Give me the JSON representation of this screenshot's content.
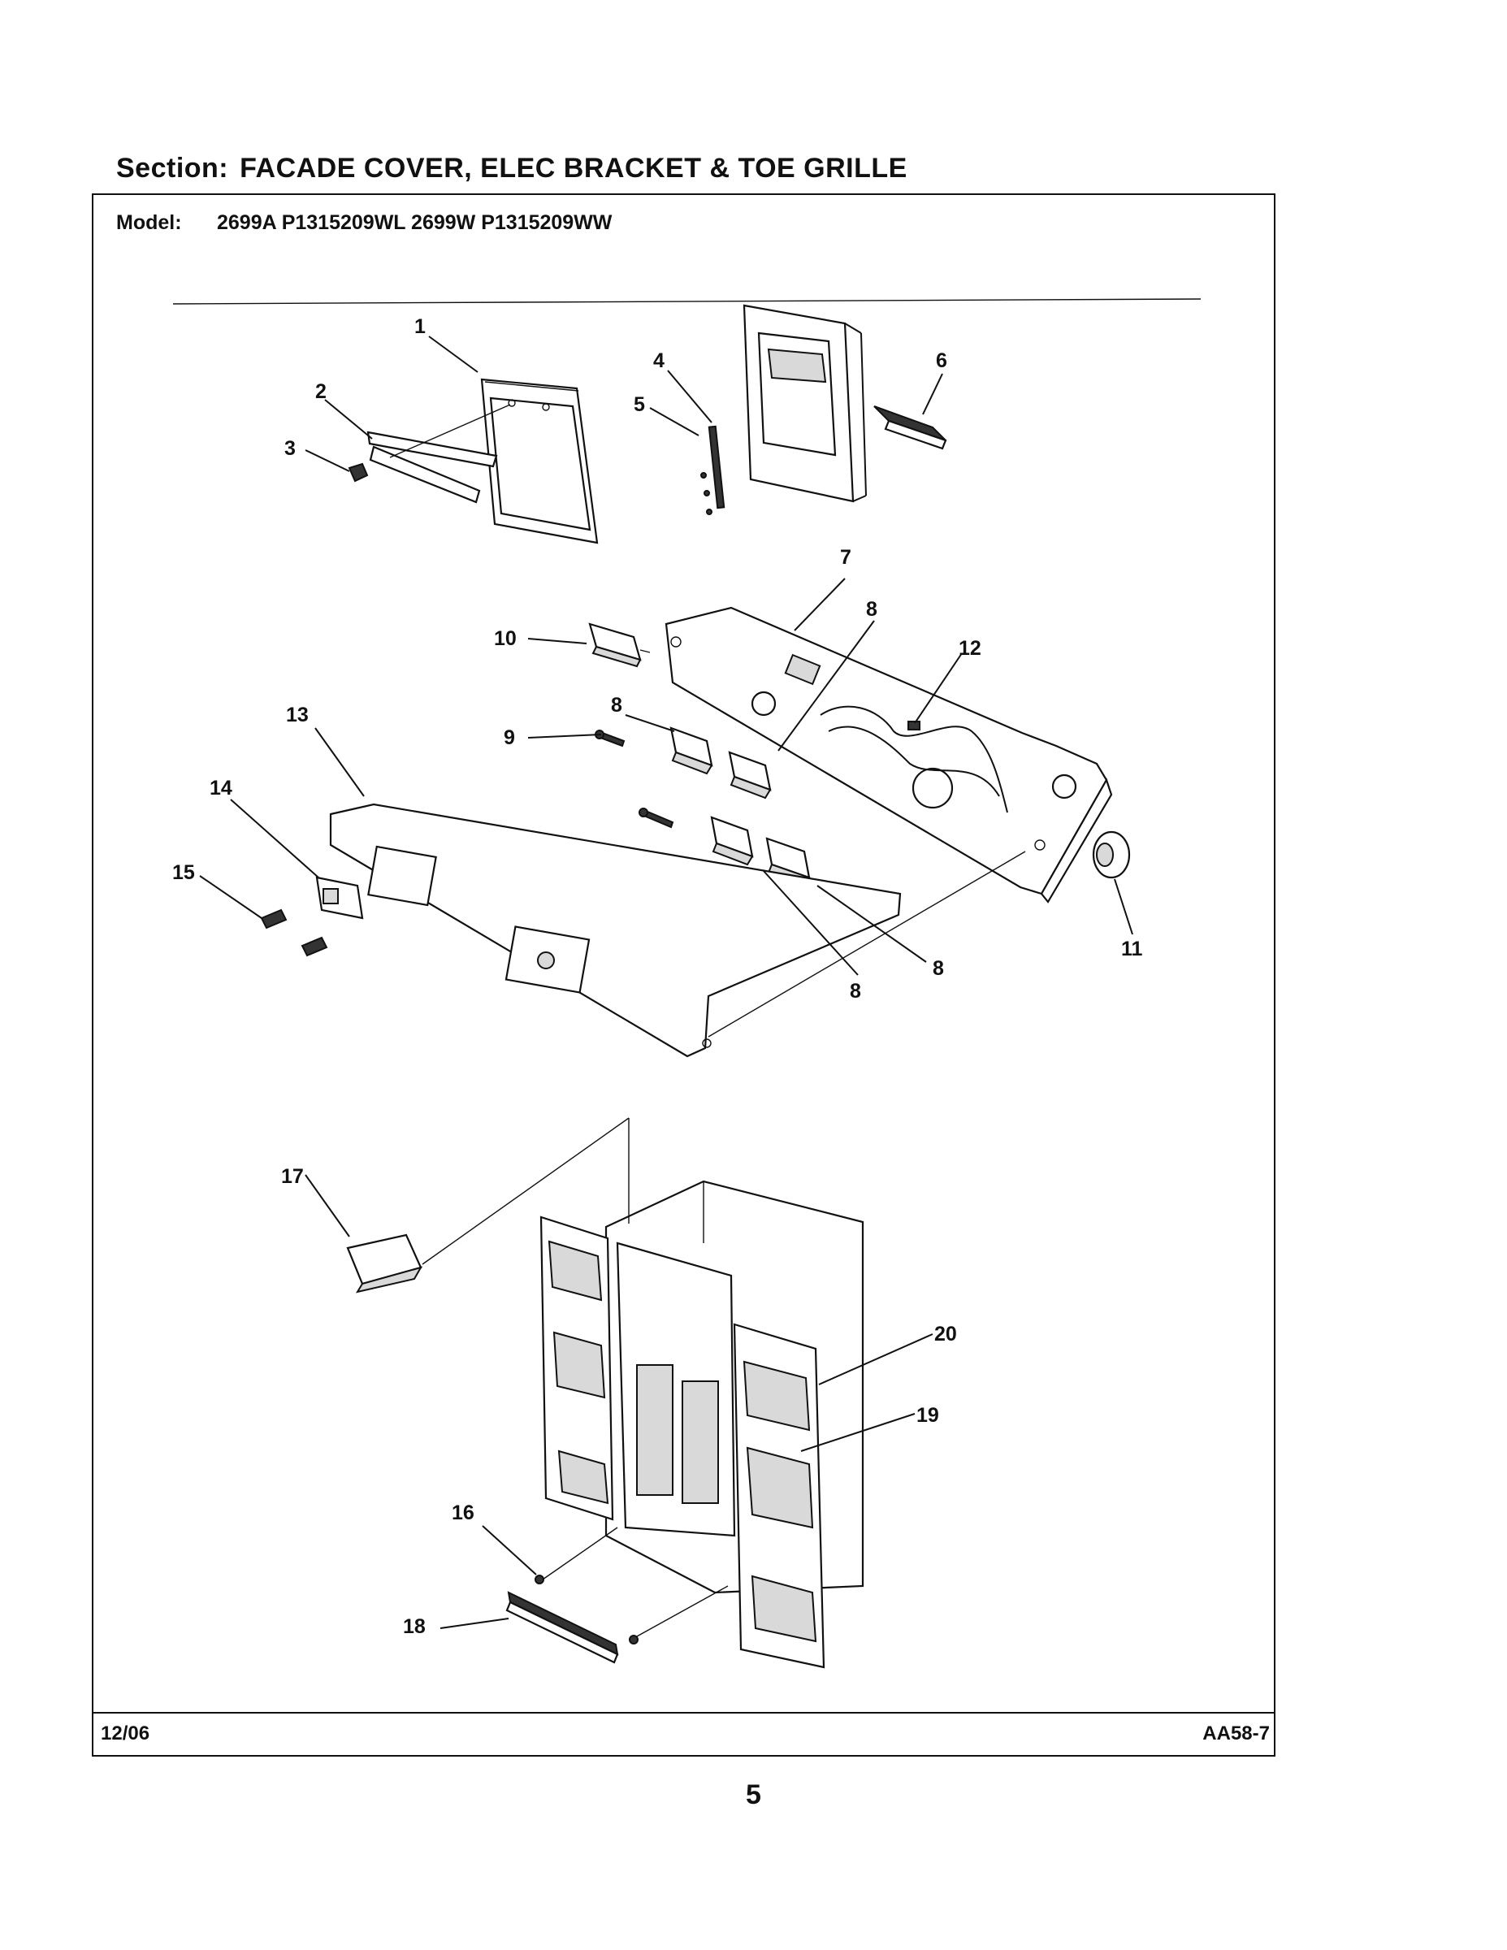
{
  "header": {
    "section_label": "Section:",
    "section_title": "FACADE COVER, ELEC BRACKET & TOE GRILLE",
    "model_label": "Model:",
    "model_value": "2699A P1315209WL 2699W P1315209WW"
  },
  "footer": {
    "date": "12/06",
    "code": "AA58-7",
    "page_number": "5"
  },
  "callouts": [
    "1",
    "2",
    "3",
    "4",
    "5",
    "6",
    "7",
    "8",
    "8",
    "8",
    "8",
    "9",
    "10",
    "11",
    "12",
    "13",
    "14",
    "15",
    "16",
    "17",
    "18",
    "19",
    "20"
  ]
}
